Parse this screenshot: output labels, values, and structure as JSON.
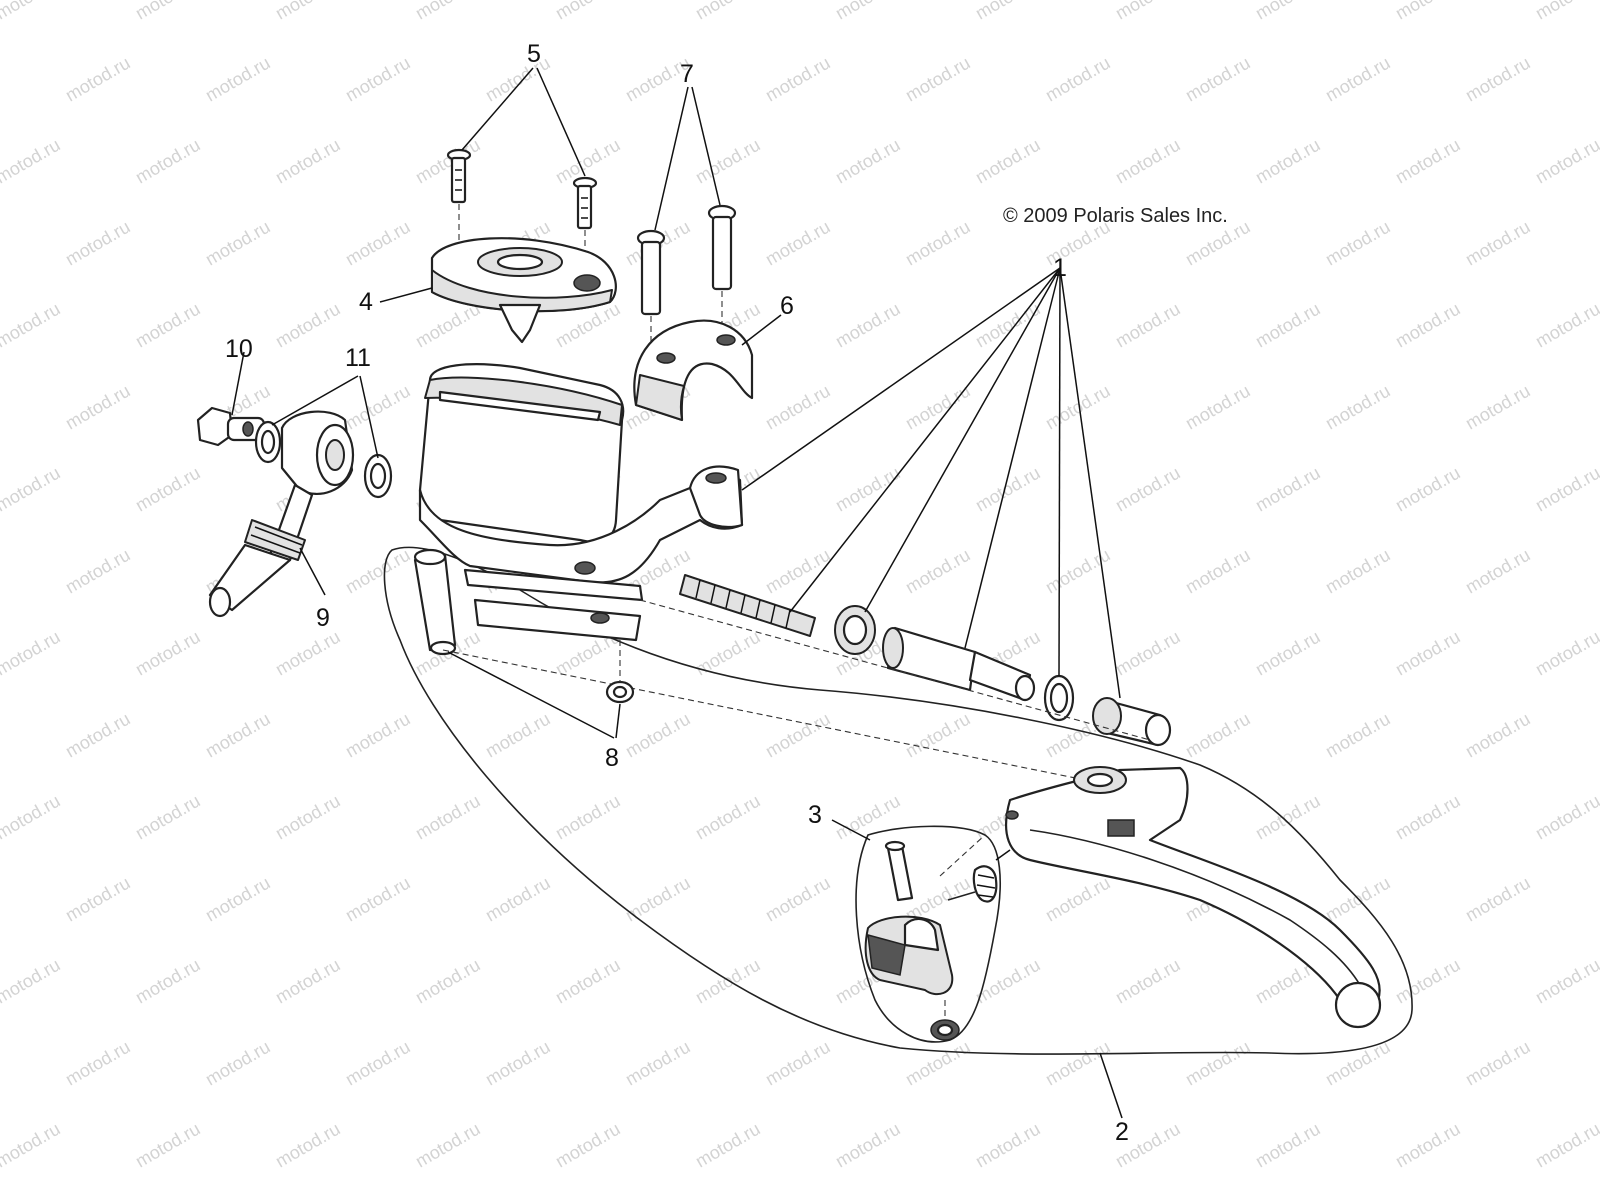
{
  "diagram": {
    "copyright": "© 2009 Polaris Sales Inc.",
    "watermark": "motod.ru",
    "callouts": {
      "c1": "1",
      "c2": "2",
      "c3": "3",
      "c4": "4",
      "c5": "5",
      "c6": "6",
      "c7": "7",
      "c8": "8",
      "c9": "9",
      "c10": "10",
      "c11": "11"
    }
  }
}
